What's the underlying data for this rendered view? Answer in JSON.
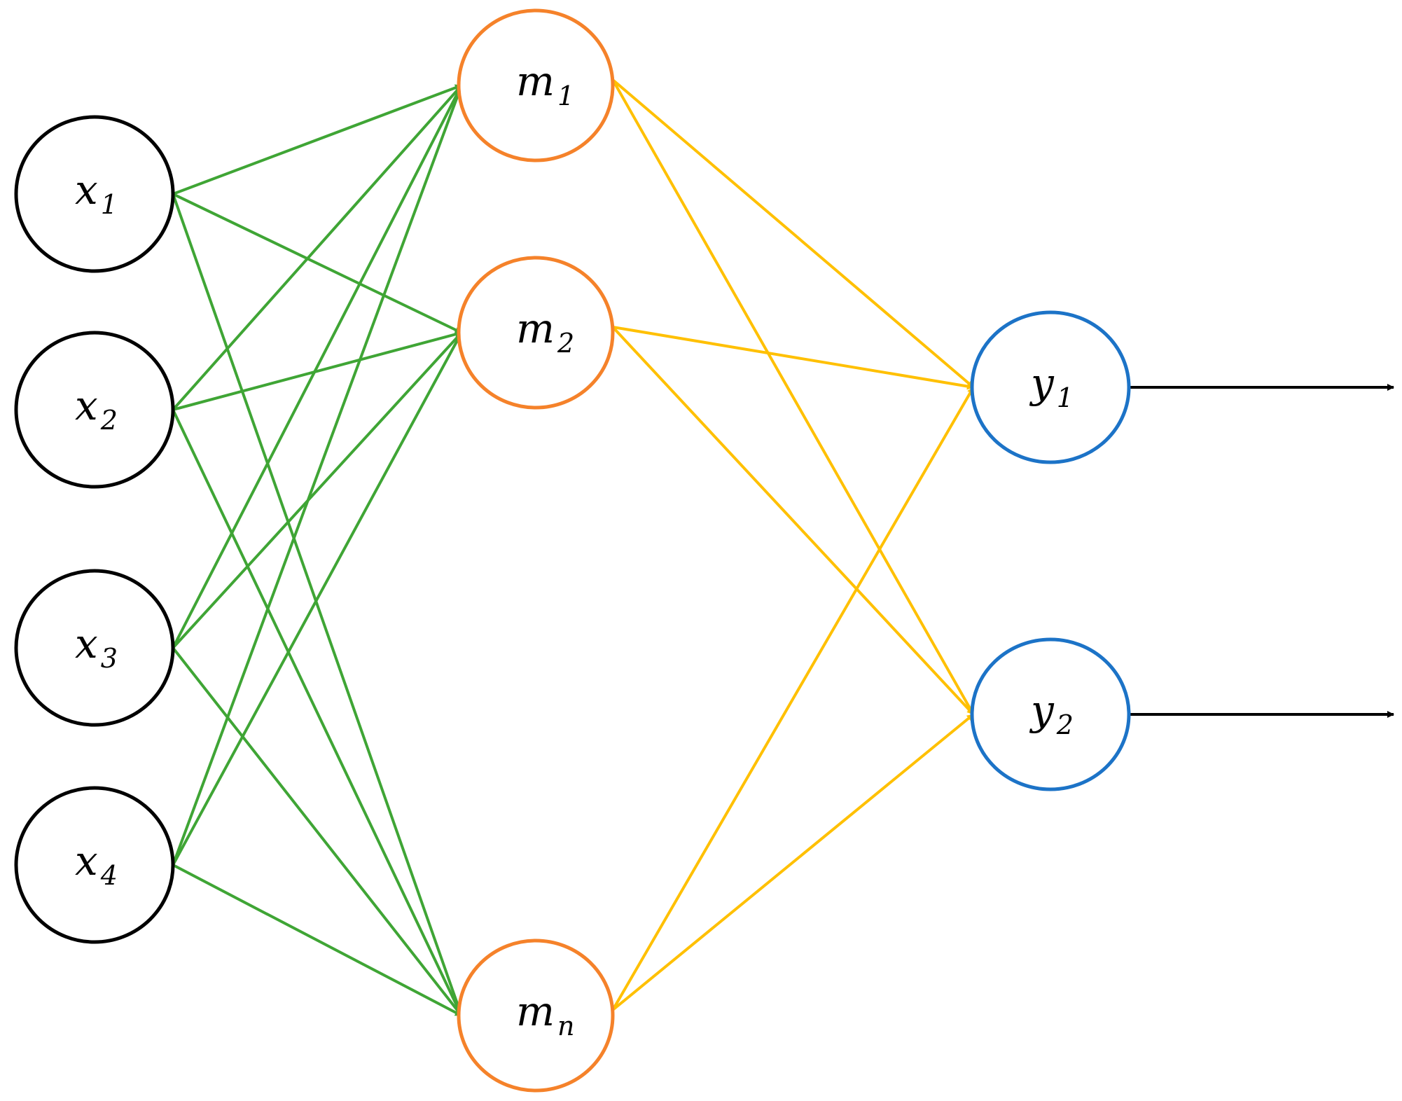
{
  "colors": {
    "background": "#ffffff",
    "input_node": "#000000",
    "hidden_node": "#F5822A",
    "output_node": "#1C73C7",
    "input_to_hidden": "#3FA535",
    "hidden_to_output": "#FFC000",
    "output_arrow": "#000000"
  },
  "layers": {
    "input": [
      {
        "id": "x1",
        "letter": "x",
        "sub": "1"
      },
      {
        "id": "x2",
        "letter": "x",
        "sub": "2"
      },
      {
        "id": "x3",
        "letter": "x",
        "sub": "3"
      },
      {
        "id": "x4",
        "letter": "x",
        "sub": "4"
      }
    ],
    "hidden": [
      {
        "id": "m1",
        "letter": "m",
        "sub": "1"
      },
      {
        "id": "m2",
        "letter": "m",
        "sub": "2"
      },
      {
        "id": "mn",
        "letter": "m",
        "sub": "n"
      }
    ],
    "output": [
      {
        "id": "y1",
        "letter": "y",
        "sub": "1"
      },
      {
        "id": "y2",
        "letter": "y",
        "sub": "2"
      }
    ]
  },
  "connections": {
    "input_to_hidden": [
      [
        "x1",
        "m1"
      ],
      [
        "x1",
        "m2"
      ],
      [
        "x1",
        "mn"
      ],
      [
        "x2",
        "m1"
      ],
      [
        "x2",
        "m2"
      ],
      [
        "x2",
        "mn"
      ],
      [
        "x3",
        "m1"
      ],
      [
        "x3",
        "m2"
      ],
      [
        "x3",
        "mn"
      ],
      [
        "x4",
        "m1"
      ],
      [
        "x4",
        "m2"
      ],
      [
        "x4",
        "mn"
      ]
    ],
    "hidden_to_output": [
      [
        "m1",
        "y1"
      ],
      [
        "m1",
        "y2"
      ],
      [
        "m2",
        "y1"
      ],
      [
        "m2",
        "y2"
      ],
      [
        "mn",
        "y1"
      ],
      [
        "mn",
        "y2"
      ]
    ],
    "outputs": [
      "y1",
      "y2"
    ]
  }
}
